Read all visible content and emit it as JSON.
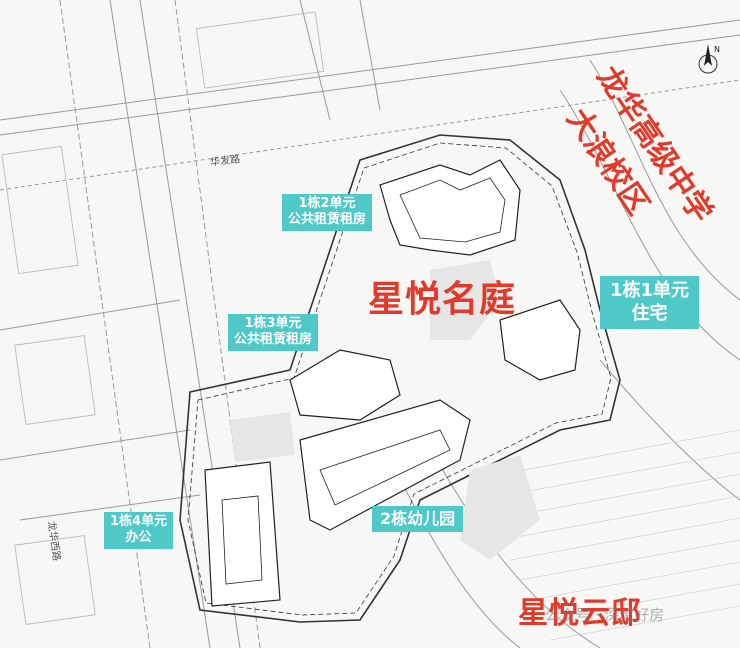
{
  "map": {
    "project_title": "星悦名庭",
    "school_line1": "龙华高级中学",
    "school_line2": "大浪校区",
    "neighbor_title": "星悦云邸",
    "road_north": "华发路",
    "road_west": "龙华西路",
    "watermark": "公众号 · 深家好房"
  },
  "labels": {
    "b1u2": {
      "line1": "1栋2单元",
      "line2": "公共租赁租房"
    },
    "b1u3": {
      "line1": "1栋3单元",
      "line2": "公共租赁租房"
    },
    "b1u1": {
      "line1": "1栋1单元",
      "line2": "住宅"
    },
    "b1u4": {
      "line1": "1栋4单元",
      "line2": "办公"
    },
    "b2": {
      "line1": "2栋幼儿园"
    }
  },
  "colors": {
    "label_bg": "#4fc8c8",
    "title_red": "#e23a2a"
  },
  "icons": {
    "compass": "north-arrow-icon"
  }
}
